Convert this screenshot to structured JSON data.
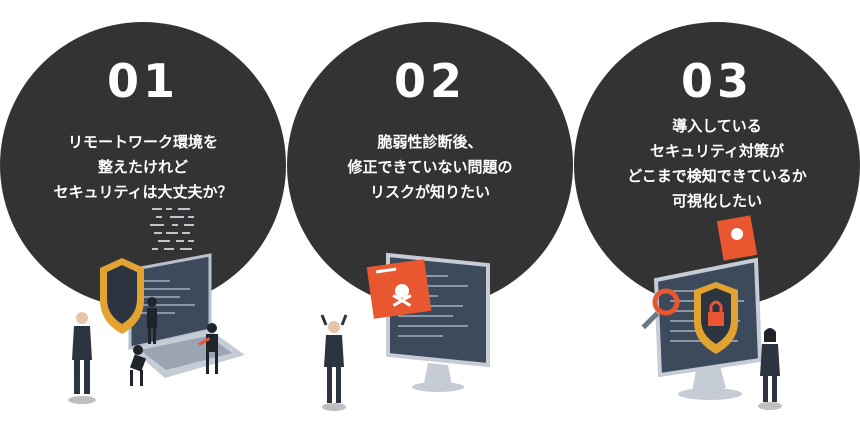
{
  "cards": [
    {
      "number": "01",
      "lines": [
        "リモートワーク環境を",
        "整えたけれど",
        "セキュリティは大丈夫か？"
      ],
      "illustration": "laptop-shield-hackers-illustration"
    },
    {
      "number": "02",
      "lines": [
        "脆弱性診断後、",
        "修正できていない問題の",
        "リスクが知りたい"
      ],
      "illustration": "monitor-alert-worried-man-illustration"
    },
    {
      "number": "03",
      "lines": [
        "導入している",
        "セキュリティ対策が",
        "どこまで検知できているか",
        "可視化したい"
      ],
      "illustration": "monitor-lock-magnifier-woman-illustration"
    }
  ],
  "colors": {
    "circle": "#333333",
    "text": "#ffffff",
    "accent": "#e8572f",
    "shield": "#e2a331",
    "screen": "#3d4a5c"
  }
}
